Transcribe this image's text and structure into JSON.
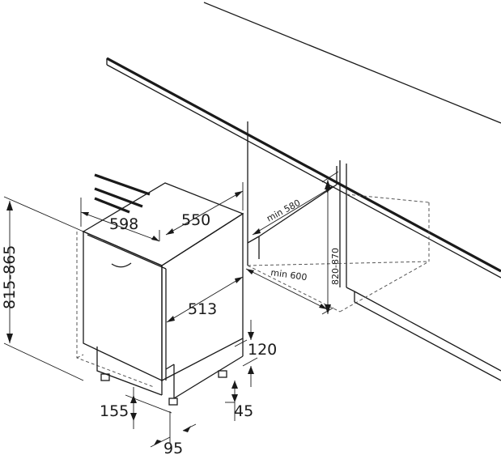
{
  "dimensions": {
    "width": "598",
    "depth": "550",
    "inner_depth": "513",
    "height_range": "815-865",
    "plinth_height": "120",
    "foot_offset": "155",
    "plinth_gap": "45",
    "foot_setback": "95",
    "niche_height": "820-870",
    "niche_min_depth": "min 580",
    "niche_min_width": "min 600"
  }
}
